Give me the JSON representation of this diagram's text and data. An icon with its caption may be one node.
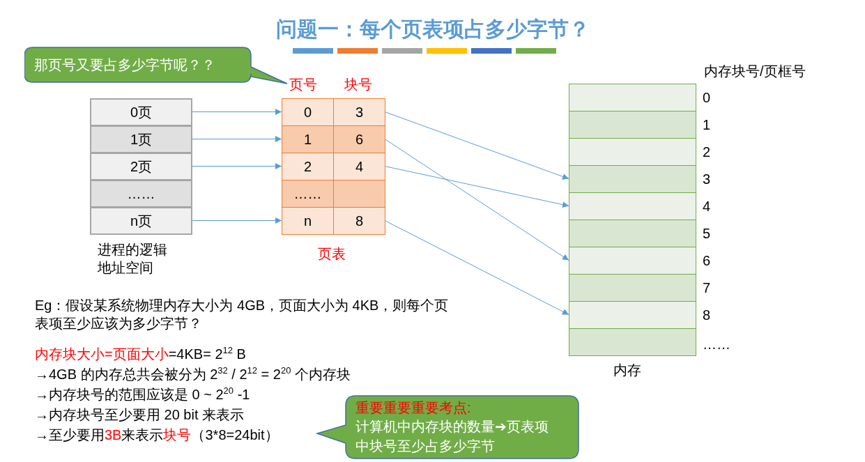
{
  "diagram": {
    "title": "问题一：每个页表项占多少字节？",
    "nodes": [
      {
        "text": [
          "那页号又要占多少字节呢？？"
        ]
      },
      {
        "text": [
          "0页"
        ]
      },
      {
        "text": [
          "1页"
        ]
      },
      {
        "text": [
          "2页"
        ]
      },
      {
        "text": [
          "……"
        ]
      },
      {
        "text": [
          "n页"
        ]
      },
      {
        "text": [
          "0"
        ]
      },
      {
        "text": [
          "3"
        ]
      },
      {
        "text": [
          "1"
        ]
      },
      {
        "text": [
          "6"
        ]
      },
      {
        "text": [
          "2"
        ]
      },
      {
        "text": [
          "4"
        ]
      },
      {
        "text": [
          "……"
        ]
      },
      {
        "text": [],
        "shape": "box"
      },
      {
        "text": [
          "n"
        ]
      },
      {
        "text": [
          "8"
        ]
      },
      {
        "text": [],
        "shape": "box"
      },
      {
        "text": [],
        "shape": "box"
      },
      {
        "text": [],
        "shape": "box"
      },
      {
        "text": [],
        "shape": "box"
      },
      {
        "text": [],
        "shape": "box"
      },
      {
        "text": [],
        "shape": "box"
      },
      {
        "text": [],
        "shape": "box"
      },
      {
        "text": [],
        "shape": "box"
      },
      {
        "text": [],
        "shape": "box"
      },
      {
        "text": [],
        "shape": "box"
      },
      {
        "text": [
          "重要重要重要考点:",
          "计算机中内存块的数量➔页表项中块号至少占多少字节"
        ]
      }
    ],
    "edges": [
      {
        "from": 1,
        "to": 6,
        "arrow": "to"
      },
      {
        "from": 2,
        "to": 8,
        "arrow": "to"
      },
      {
        "from": 3,
        "to": 10,
        "arrow": "to"
      },
      {
        "from": 5,
        "to": 14,
        "arrow": "to"
      },
      {
        "from": 7,
        "to": 19,
        "arrow": "to"
      },
      {
        "from": 9,
        "to": 22,
        "arrow": "to"
      },
      {
        "from": 11,
        "to": 20,
        "arrow": "to"
      },
      {
        "from": 15,
        "to": 24,
        "arrow": "to"
      }
    ],
    "labels": [
      "页号",
      "块号",
      "进程的逻辑地址空间",
      "页表",
      "内存块号/页框号",
      "0",
      "1",
      "2",
      "3",
      "4",
      "5",
      "6",
      "7",
      "8",
      "……",
      "内存",
      "Eg：假设某系统物理内存大小为 4GB，页面大小为 4KB，则每个页表项至少应该为多少字节？",
      "内存块大小=页面大小",
      "=4KB= 2$^{12}$ B",
      "→4GB 的内存总共会被分为 2$^{32}$ / 2$^{12}$ = 2$^{20}$ 个内存块",
      "→内存块号的范围应该是 0 ~ 2$^{20}$ -1",
      "→内存块号至少要用 20 bit 来表示",
      "→至少要用",
      "3B",
      "来表示",
      "块号",
      "（3*8=24bit）"
    ]
  }
}
